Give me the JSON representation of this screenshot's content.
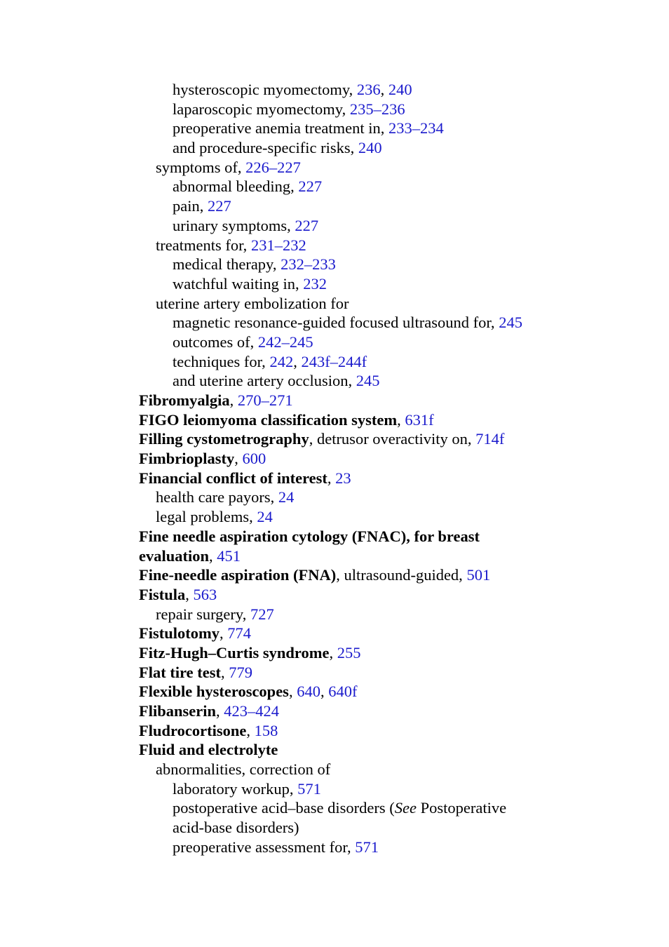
{
  "entries": [
    {
      "level": 2,
      "text": "hysteroscopic myomectomy, ",
      "refs": [
        "236",
        "240"
      ]
    },
    {
      "level": 2,
      "text": "laparoscopic myomectomy, ",
      "refs": [
        "235–236"
      ]
    },
    {
      "level": 2,
      "text": "preoperative anemia treatment in, ",
      "refs": [
        "233–234"
      ]
    },
    {
      "level": 2,
      "text": "and procedure-specific risks, ",
      "refs": [
        "240"
      ]
    },
    {
      "level": 1,
      "text": "symptoms of, ",
      "refs": [
        "226–227"
      ]
    },
    {
      "level": 2,
      "text": "abnormal bleeding, ",
      "refs": [
        "227"
      ]
    },
    {
      "level": 2,
      "text": "pain, ",
      "refs": [
        "227"
      ]
    },
    {
      "level": 2,
      "text": "urinary symptoms, ",
      "refs": [
        "227"
      ]
    },
    {
      "level": 1,
      "text": "treatments for, ",
      "refs": [
        "231–232"
      ]
    },
    {
      "level": 2,
      "text": "medical therapy, ",
      "refs": [
        "232–233"
      ]
    },
    {
      "level": 2,
      "text": "watchful waiting in, ",
      "refs": [
        "232"
      ]
    },
    {
      "level": 1,
      "text": "uterine artery embolization for",
      "refs": []
    },
    {
      "level": 2,
      "text": "magnetic resonance-guided focused ultrasound for, ",
      "refs": [
        "245"
      ]
    },
    {
      "level": 2,
      "text": "outcomes of, ",
      "refs": [
        "242–245"
      ]
    },
    {
      "level": 2,
      "text": "techniques for, ",
      "refs": [
        "242",
        "243f–244f"
      ]
    },
    {
      "level": 2,
      "text": "and uterine artery occlusion, ",
      "refs": [
        "245"
      ]
    },
    {
      "level": 0,
      "term": "Fibromyalgia",
      "text": ", ",
      "refs": [
        "270–271"
      ]
    },
    {
      "level": 0,
      "term": "FIGO leiomyoma classification system",
      "text": ", ",
      "refs": [
        "631f"
      ]
    },
    {
      "level": 0,
      "term": "Filling cystometrography",
      "text": ", detrusor overactivity on, ",
      "refs": [
        "714f"
      ]
    },
    {
      "level": 0,
      "term": "Fimbrioplasty",
      "text": ", ",
      "refs": [
        "600"
      ]
    },
    {
      "level": 0,
      "term": "Financial conflict of interest",
      "text": ", ",
      "refs": [
        "23"
      ]
    },
    {
      "level": 1,
      "text": "health care payors, ",
      "refs": [
        "24"
      ]
    },
    {
      "level": 1,
      "text": "legal problems, ",
      "refs": [
        "24"
      ]
    },
    {
      "level": 0,
      "term": "Fine needle aspiration cytology (FNAC), for breast",
      "text": "",
      "refs": []
    },
    {
      "level": 0,
      "term": "evaluation",
      "text": ", ",
      "refs": [
        "451"
      ]
    },
    {
      "level": 0,
      "term": "Fine-needle aspiration (FNA)",
      "text": ", ultrasound-guided, ",
      "refs": [
        "501"
      ]
    },
    {
      "level": 0,
      "term": "Fistula",
      "text": ", ",
      "refs": [
        "563"
      ]
    },
    {
      "level": 1,
      "text": "repair surgery, ",
      "refs": [
        "727"
      ]
    },
    {
      "level": 0,
      "term": "Fistulotomy",
      "text": ", ",
      "refs": [
        "774"
      ]
    },
    {
      "level": 0,
      "term": "Fitz-Hugh–Curtis syndrome",
      "text": ", ",
      "refs": [
        "255"
      ]
    },
    {
      "level": 0,
      "term": "Flat tire test",
      "text": ", ",
      "refs": [
        "779"
      ]
    },
    {
      "level": 0,
      "term": "Flexible hysteroscopes",
      "text": ", ",
      "refs": [
        "640",
        "640f"
      ]
    },
    {
      "level": 0,
      "term": "Flibanserin",
      "text": ", ",
      "refs": [
        "423–424"
      ]
    },
    {
      "level": 0,
      "term": "Fludrocortisone",
      "text": ", ",
      "refs": [
        "158"
      ]
    },
    {
      "level": 0,
      "term": "Fluid and electrolyte",
      "text": "",
      "refs": []
    },
    {
      "level": 1,
      "text": "abnormalities, correction of",
      "refs": []
    },
    {
      "level": 2,
      "text": "laboratory workup, ",
      "refs": [
        "571"
      ]
    },
    {
      "level": 2,
      "text": "postoperative acid–base disorders (",
      "see": "See",
      "after": " Postoperative",
      "refs": []
    },
    {
      "level": 2,
      "text": "acid-base disorders)",
      "refs": []
    },
    {
      "level": 2,
      "text": "preoperative assessment for, ",
      "refs": [
        "571"
      ]
    }
  ]
}
